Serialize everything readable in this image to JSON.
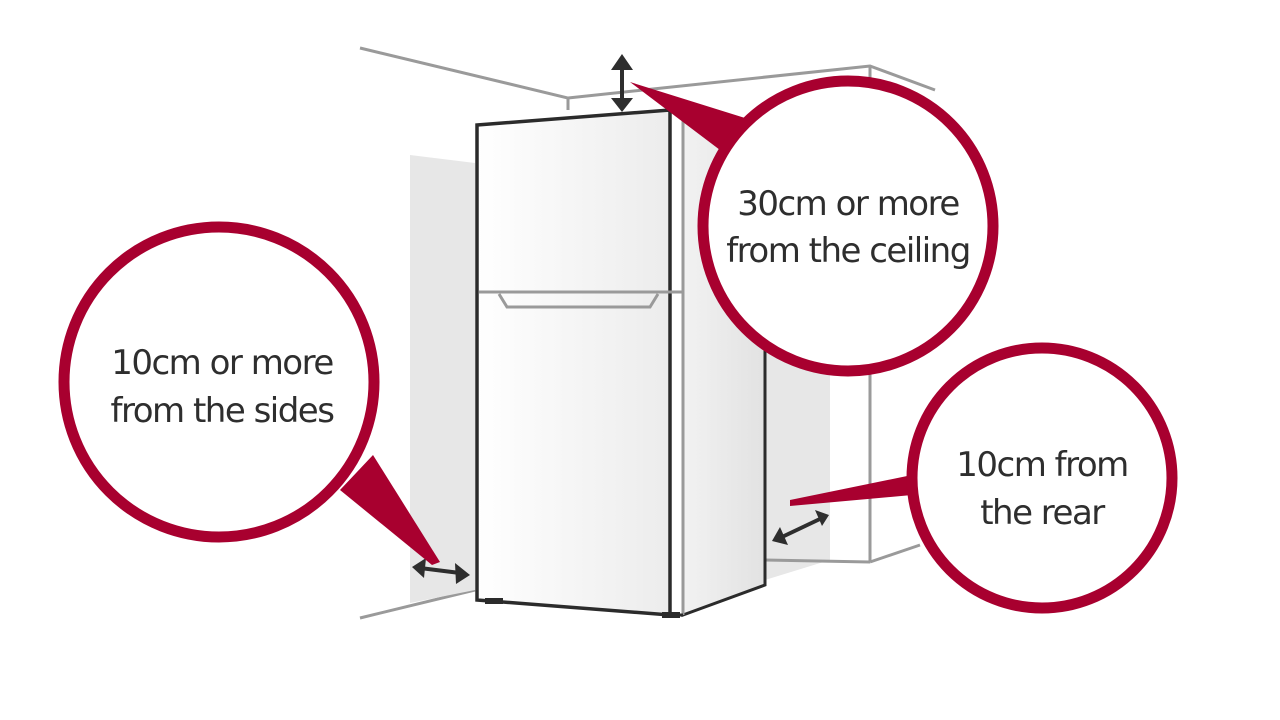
{
  "diagram": {
    "subject": "Refrigerator installation clearance",
    "accent_color": "#a8002f",
    "line_color": "#999999",
    "outline_color": "#2b2b2b",
    "callouts": [
      {
        "id": "ceiling",
        "line1": "30cm or more",
        "line2": "from the ceiling"
      },
      {
        "id": "sides",
        "line1": "10cm or more",
        "line2": "from the sides"
      },
      {
        "id": "rear",
        "line1": "10cm from",
        "line2": "the rear"
      }
    ],
    "icons": [
      "vertical-double-arrow",
      "horizontal-double-arrow",
      "diagonal-double-arrow"
    ]
  }
}
